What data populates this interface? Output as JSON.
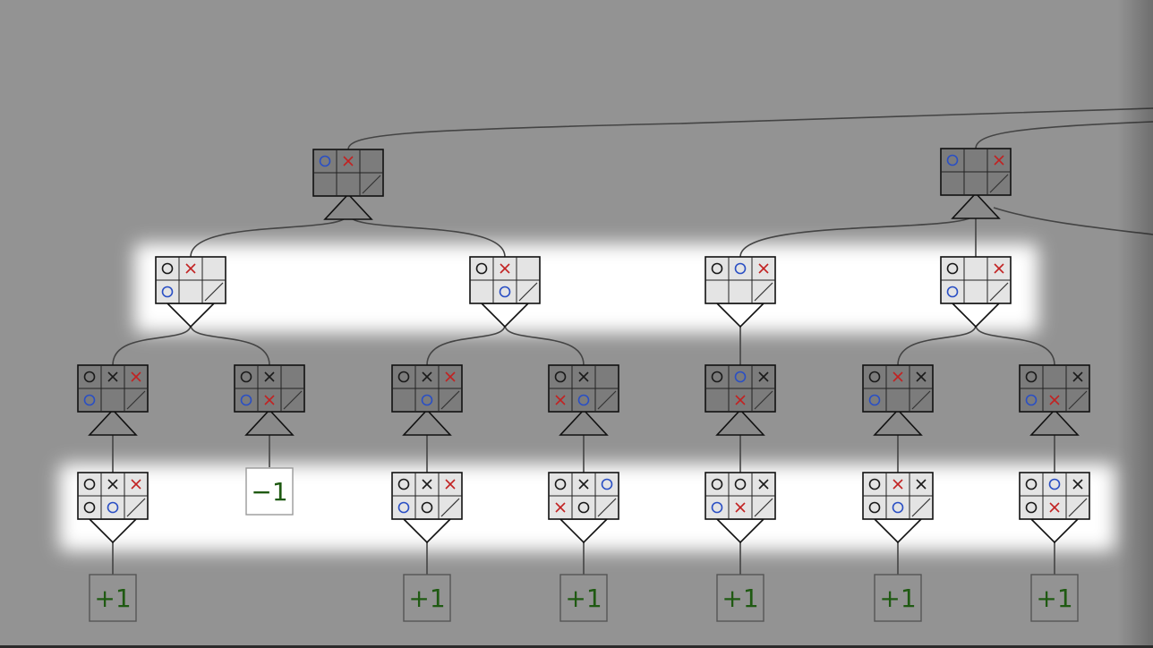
{
  "colors": {
    "background": "#939393",
    "highlight_band": "#ffffff",
    "board_fill_light": "#e4e4e4",
    "board_fill_dark": "#7c7c7c",
    "piece_black": "#1a1a1a",
    "piece_blue": "#2a4fc4",
    "piece_red": "#c22222",
    "value_text": "#1f5a12",
    "value_box_bg": "#ffffff",
    "line": "#444444"
  },
  "tree": {
    "root_nodes": [
      {
        "id": "r1",
        "cells": [
          "bo",
          "rx",
          "",
          "",
          "",
          "sl"
        ],
        "node_type": "max"
      },
      {
        "id": "r2",
        "cells": [
          "bo",
          "",
          "rx",
          "",
          "",
          "sl"
        ],
        "node_type": "max"
      }
    ],
    "min_level": [
      {
        "id": "m1",
        "parent": "r1",
        "cells": [
          "ko",
          "rx",
          "",
          "bo",
          "",
          "sl"
        ],
        "node_type": "min"
      },
      {
        "id": "m2",
        "parent": "r1",
        "cells": [
          "ko",
          "rx",
          "",
          "",
          "bo",
          "sl"
        ],
        "node_type": "min"
      },
      {
        "id": "m3",
        "parent": "r2",
        "cells": [
          "ko",
          "bo",
          "rx",
          "",
          "",
          "sl"
        ],
        "node_type": "min"
      },
      {
        "id": "m4",
        "parent": "r2",
        "cells": [
          "ko",
          "",
          "rx",
          "bo",
          "",
          "sl"
        ],
        "node_type": "min"
      }
    ],
    "max_level": [
      {
        "id": "n1",
        "parent": "m1",
        "cells": [
          "ko",
          "kx",
          "rx",
          "bo",
          "",
          "sl"
        ],
        "node_type": "max"
      },
      {
        "id": "n2",
        "parent": "m1",
        "cells": [
          "ko",
          "kx",
          "",
          "bo",
          "rx",
          "sl"
        ],
        "node_type": "max"
      },
      {
        "id": "n3",
        "parent": "m2",
        "cells": [
          "ko",
          "kx",
          "rx",
          "",
          "bo",
          "sl"
        ],
        "node_type": "max"
      },
      {
        "id": "n4",
        "parent": "m2",
        "cells": [
          "ko",
          "kx",
          "",
          "rx",
          "bo",
          "sl"
        ],
        "node_type": "max"
      },
      {
        "id": "n5",
        "parent": "m3",
        "cells": [
          "ko",
          "bo",
          "kx",
          "",
          "rx",
          "sl"
        ],
        "node_type": "max"
      },
      {
        "id": "n6",
        "parent": "m4",
        "cells": [
          "ko",
          "rx",
          "kx",
          "bo",
          "",
          "sl"
        ],
        "node_type": "max"
      },
      {
        "id": "n7",
        "parent": "m4",
        "cells": [
          "ko",
          "",
          "kx",
          "bo",
          "rx",
          "sl"
        ],
        "node_type": "max"
      }
    ],
    "leaf_level": [
      {
        "id": "l1",
        "parent": "n1",
        "cells": [
          "ko",
          "kx",
          "rx",
          "ko",
          "bo",
          "sl"
        ],
        "node_type": "min"
      },
      {
        "id": "l2",
        "parent": "n2",
        "value": "−1"
      },
      {
        "id": "l3",
        "parent": "n3",
        "cells": [
          "ko",
          "kx",
          "rx",
          "bo",
          "ko",
          "sl"
        ],
        "node_type": "min"
      },
      {
        "id": "l4",
        "parent": "n4",
        "cells": [
          "ko",
          "kx",
          "bo",
          "rx",
          "ko",
          "sl"
        ],
        "node_type": "min"
      },
      {
        "id": "l5",
        "parent": "n5",
        "cells": [
          "ko",
          "ko",
          "kx",
          "bo",
          "rx",
          "sl"
        ],
        "node_type": "min"
      },
      {
        "id": "l6",
        "parent": "n6",
        "cells": [
          "ko",
          "rx",
          "kx",
          "ko",
          "bo",
          "sl"
        ],
        "node_type": "min"
      },
      {
        "id": "l7",
        "parent": "n7",
        "cells": [
          "ko",
          "bo",
          "kx",
          "ko",
          "rx",
          "sl"
        ],
        "node_type": "min"
      }
    ],
    "terminal_values": [
      {
        "id": "t1",
        "parent": "l1",
        "value": "+1"
      },
      {
        "id": "t3",
        "parent": "l3",
        "value": "+1"
      },
      {
        "id": "t4",
        "parent": "l4",
        "value": "+1"
      },
      {
        "id": "t5",
        "parent": "l5",
        "value": "+1"
      },
      {
        "id": "t6",
        "parent": "l6",
        "value": "+1"
      },
      {
        "id": "t7",
        "parent": "l7",
        "value": "+1"
      }
    ]
  }
}
